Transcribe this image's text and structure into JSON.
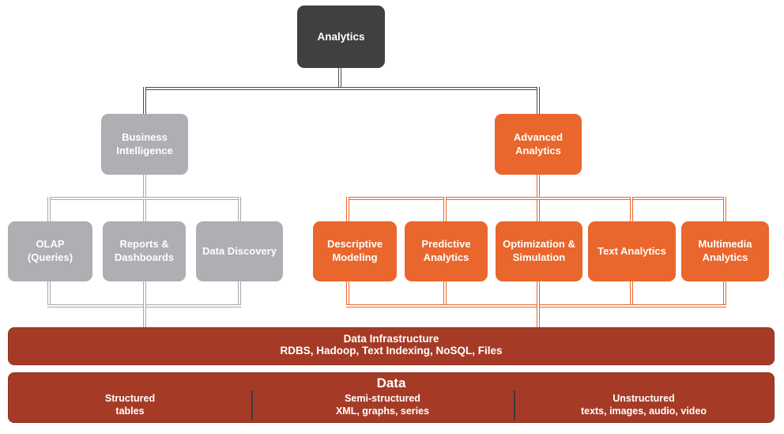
{
  "palette": {
    "dark": "#404040",
    "gray": "#aeaeb3",
    "orange": "#e9662c",
    "darkred": "#a53b27",
    "line-dark": "#4b4b4b",
    "line-gray": "#a8a8ad",
    "divider": "#3a3a3a"
  },
  "tree": {
    "root": {
      "label": "Analytics"
    },
    "business_intelligence": {
      "label": "Business Intelligence",
      "children": [
        {
          "label": "OLAP (Queries)"
        },
        {
          "label": "Reports & Dashboards"
        },
        {
          "label": "Data Discovery"
        }
      ]
    },
    "advanced_analytics": {
      "label": "Advanced Analytics",
      "children": [
        {
          "label": "Descriptive Modeling"
        },
        {
          "label": "Predictive Analytics"
        },
        {
          "label": "Optimization & Simulation"
        },
        {
          "label": "Text Analytics"
        },
        {
          "label": "Multimedia Analytics"
        }
      ]
    }
  },
  "infrastructure": {
    "title": "Data Infrastructure",
    "systems": "RDBS, Hadoop, Text Indexing, NoSQL, Files"
  },
  "data_layer": {
    "title": "Data",
    "columns": [
      {
        "name": "Structured",
        "examples": "tables"
      },
      {
        "name": "Semi-structured",
        "examples": "XML, graphs, series"
      },
      {
        "name": "Unstructured",
        "examples": "texts, images, audio, video"
      }
    ]
  }
}
